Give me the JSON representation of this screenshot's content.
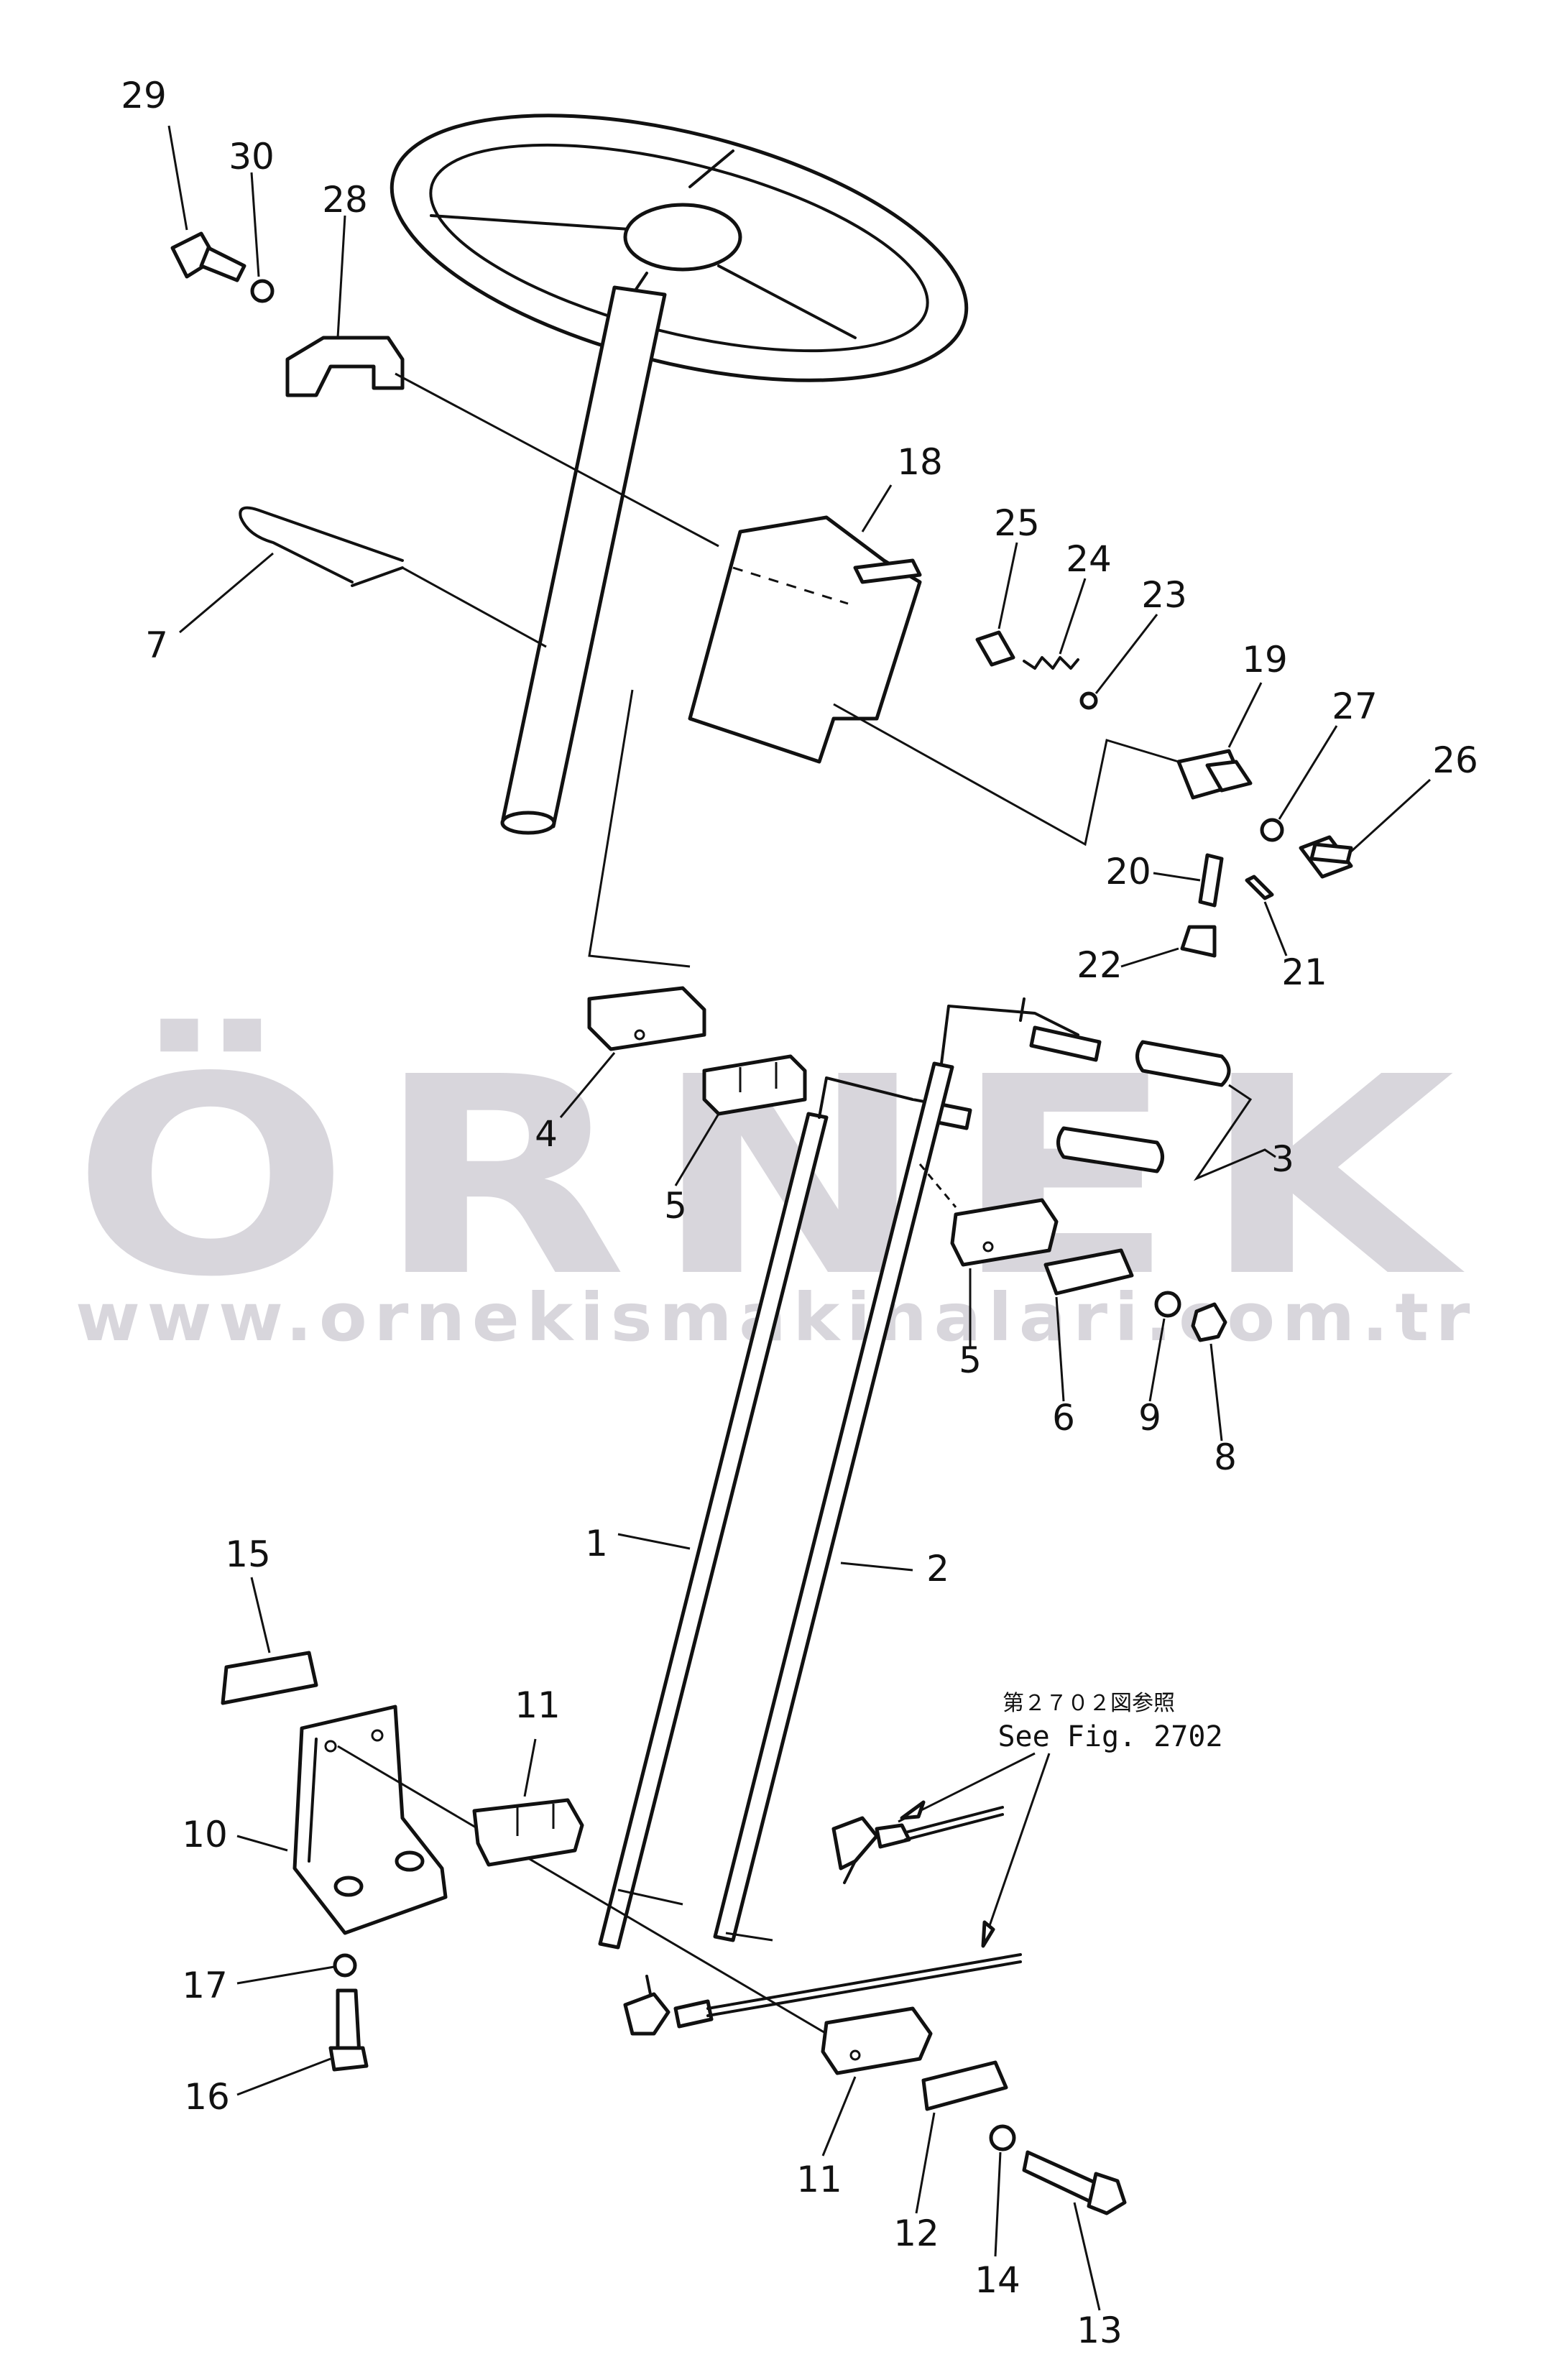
{
  "watermark": {
    "brand": "ÖRNEK",
    "url": "www.ornekismakinalari.com.tr",
    "color": "#d8d6dc",
    "accent_color": "#f5e6a8"
  },
  "reference_note": {
    "japanese": "第２７０２図参照",
    "english": "See Fig. 2702"
  },
  "parts": [
    {
      "id": "1",
      "label": "1"
    },
    {
      "id": "2",
      "label": "2"
    },
    {
      "id": "3",
      "label": "3"
    },
    {
      "id": "4",
      "label": "4"
    },
    {
      "id": "5a",
      "label": "5"
    },
    {
      "id": "5b",
      "label": "5"
    },
    {
      "id": "6",
      "label": "6"
    },
    {
      "id": "7",
      "label": "7"
    },
    {
      "id": "8",
      "label": "8"
    },
    {
      "id": "9",
      "label": "9"
    },
    {
      "id": "10",
      "label": "10"
    },
    {
      "id": "11a",
      "label": "11"
    },
    {
      "id": "11b",
      "label": "11"
    },
    {
      "id": "12",
      "label": "12"
    },
    {
      "id": "13",
      "label": "13"
    },
    {
      "id": "14",
      "label": "14"
    },
    {
      "id": "15",
      "label": "15"
    },
    {
      "id": "16",
      "label": "16"
    },
    {
      "id": "17",
      "label": "17"
    },
    {
      "id": "18",
      "label": "18"
    },
    {
      "id": "19",
      "label": "19"
    },
    {
      "id": "20",
      "label": "20"
    },
    {
      "id": "21",
      "label": "21"
    },
    {
      "id": "22",
      "label": "22"
    },
    {
      "id": "23",
      "label": "23"
    },
    {
      "id": "24",
      "label": "24"
    },
    {
      "id": "25",
      "label": "25"
    },
    {
      "id": "26",
      "label": "26"
    },
    {
      "id": "27",
      "label": "27"
    },
    {
      "id": "28",
      "label": "28"
    },
    {
      "id": "29",
      "label": "29"
    },
    {
      "id": "30",
      "label": "30"
    }
  ]
}
